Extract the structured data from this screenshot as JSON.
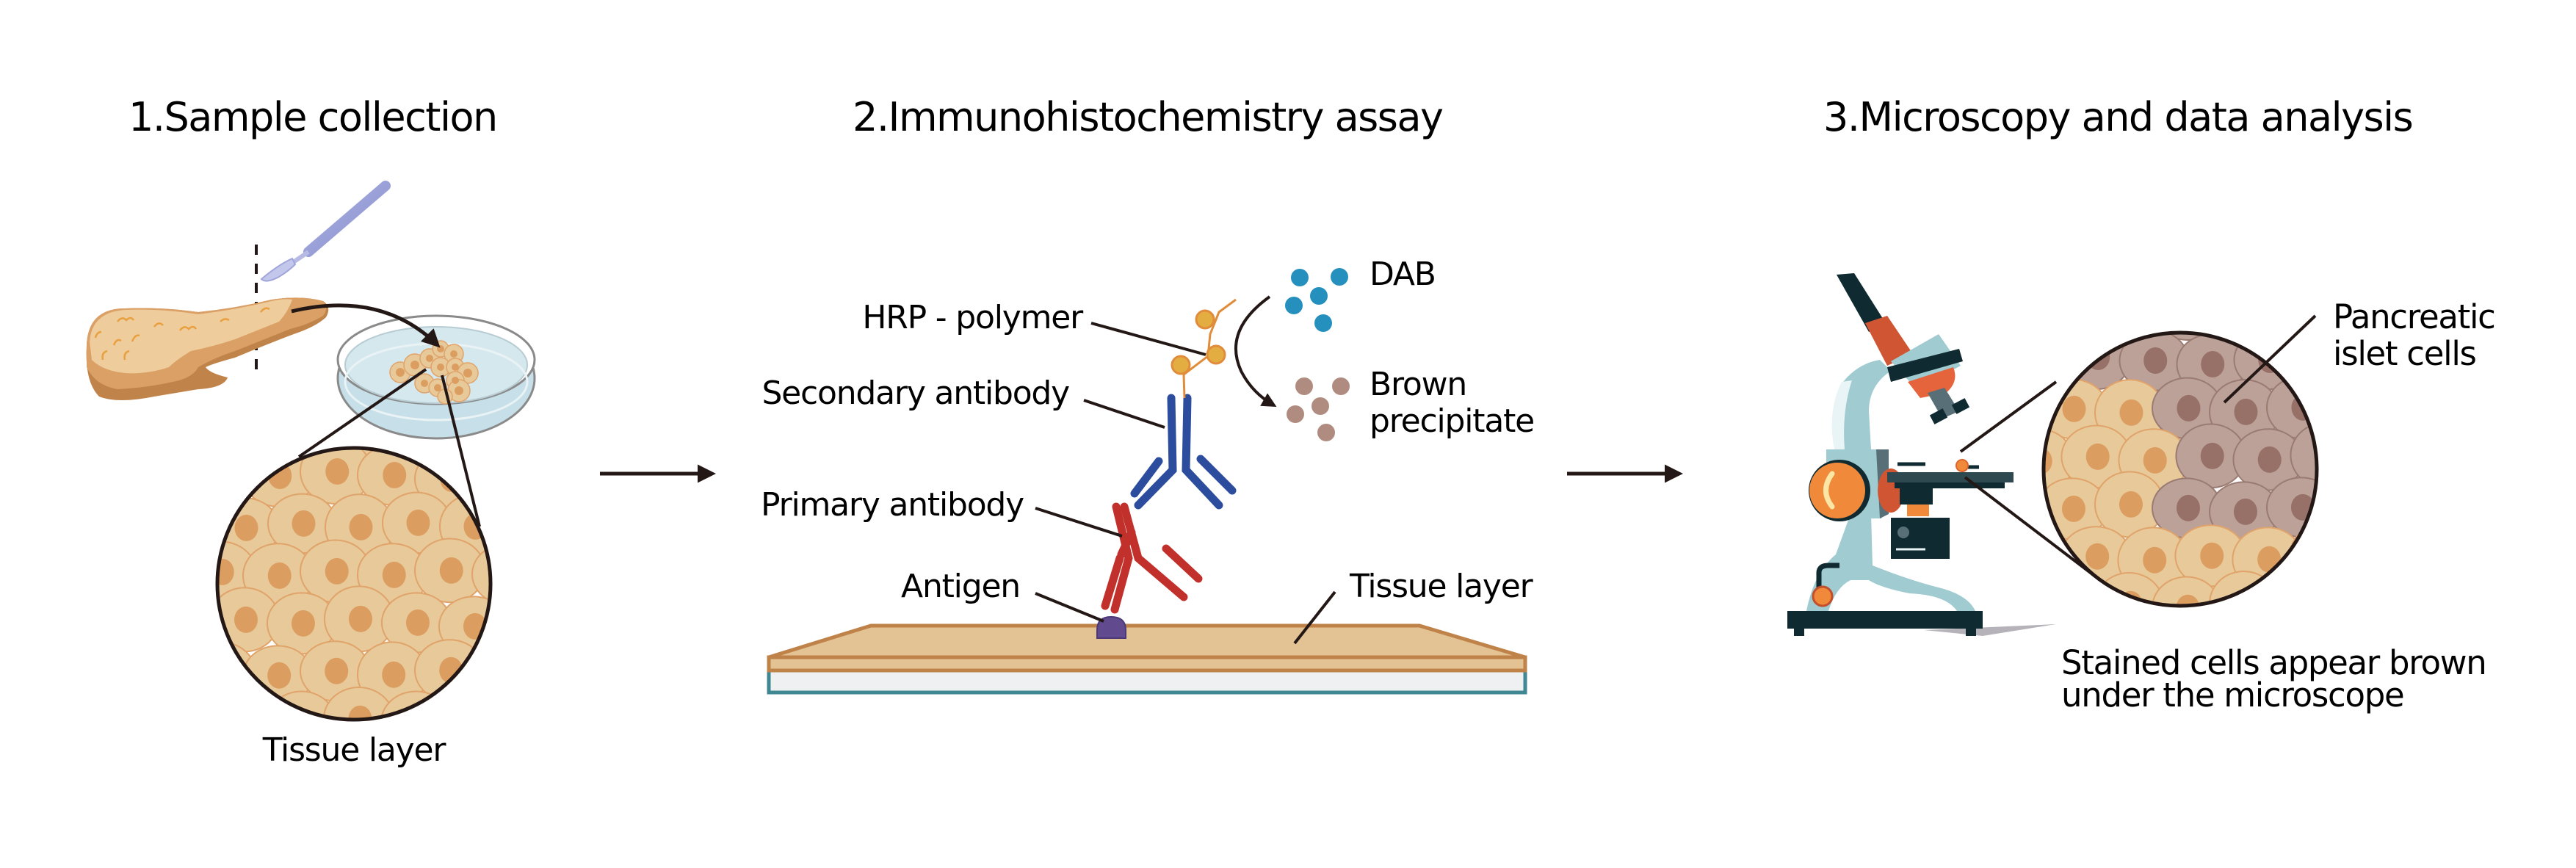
{
  "figure": {
    "topic": "Immunohistochemistry workflow for pancreatic tissue",
    "colors": {
      "text": "#231815",
      "tissue_light": "#e8c99a",
      "tissue_nucleus": "#dc9e60",
      "tissue_border": "#e0a36a",
      "stained_cell": "#bba198",
      "stained_nucleus": "#977068",
      "stained_border": "#9a7b72",
      "dab_blue": "#2590bd",
      "brown_precipitate": "#b08c80",
      "secondary_antibody": "#2c4d9e",
      "primary_antibody": "#c2302c",
      "antigen": "#614a8e",
      "hrp_polymer": "#e3ad42",
      "hrp_stroke": "#e08c3a",
      "slide_tissue": "#e3c293",
      "slide_edge": "#bf834a",
      "slide_glass": "#eef0f2",
      "slide_glass_edge": "#3f8793",
      "scalpel": "#9aa0d8",
      "dish_liquid": "#d5e8ee"
    }
  },
  "steps": [
    {
      "title": "1.Sample collection",
      "labels": {
        "zoom_circle": "Tissue layer"
      },
      "icons": [
        "pancreas-icon",
        "scalpel-icon",
        "petri-dish-icon",
        "tissue-cells-magnified-icon"
      ]
    },
    {
      "title": "2.Immunohistochemistry assay",
      "labels": {
        "hrp": "HRP - polymer",
        "secondary": "Secondary antibody",
        "primary": "Primary antibody",
        "antigen": "Antigen",
        "tissue": "Tissue layer",
        "dab": "DAB",
        "brown_1": "Brown",
        "brown_2": "precipitate"
      },
      "icons": [
        "hrp-polymer-icon",
        "secondary-antibody-icon",
        "primary-antibody-icon",
        "antigen-icon",
        "tissue-slide-icon",
        "dab-dots-icon",
        "brown-precipitate-dots-icon"
      ]
    },
    {
      "title": "3.Microscopy and data analysis",
      "labels": {
        "islet_1": "Pancreatic",
        "islet_2": "islet cells",
        "caption_1": "Stained cells appear brown",
        "caption_2": "under the microscope"
      },
      "icons": [
        "microscope-icon",
        "stained-cells-magnified-icon"
      ]
    }
  ],
  "flow_arrows": [
    "step-1-to-2",
    "step-2-to-3"
  ]
}
